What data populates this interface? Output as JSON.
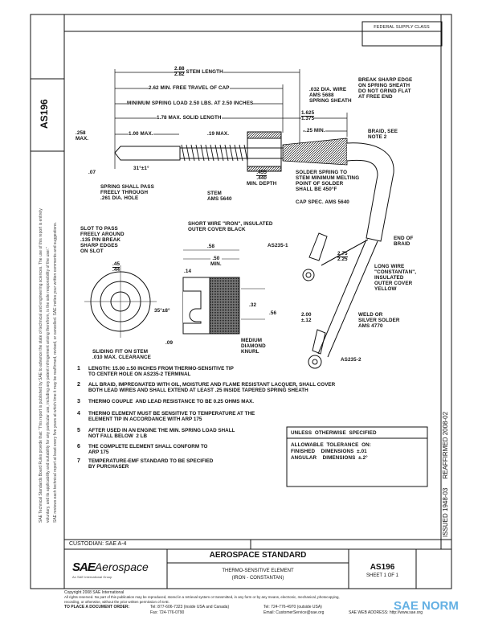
{
  "header": {
    "federal_supply_class": "FEDERAL SUPPLY CLASS",
    "doc_number": "AS196"
  },
  "side_disclaimer": [
    "SAE Technical Standards Board Rules provide that: \"This report is published by SAE to advance the state of technical and engineering sciences. The use of this report is entirely",
    "voluntary, and its applicability and suitability for any particular use, including any patent infringement arising therefrom, is the sole responsibility of the user.\"",
    "SAE reviews each technical report at least every five years at which time it may be reaffirmed, revised, or cancelled. SAE invites your written comments and suggestions."
  ],
  "drawing": {
    "stem_length": {
      "upper": "2.88",
      "lower": "2.82",
      "label": "STEM LENGTH"
    },
    "free_travel": "2.62 MIN. FREE TRAVEL OF CAP",
    "spring_load": "MINIMUM SPRING LOAD 2.50 LBS. AT 2.50 INCHES",
    "solid_length": "1.78 MAX. SOLID LENGTH",
    "tip_length": "1.00 MAX.",
    "coil_max": ".19 MAX.",
    "tip_dia": ".258\nMAX.",
    "tip_radius": ".07",
    "tip_angle": "31°±1°",
    "wire": ".032 DIA. WIRE\nAMS 5688\nSPRING SHEATH",
    "break_edge": "BREAK SHARP EDGE\nON SPRING SHEATH\nDO NOT GRIND FLAT\nAT FREE END",
    "sheath_len": {
      "upper": "1.625",
      "lower": "1.375"
    },
    "min_25": ".25 MIN.",
    "braid": "BRAID, SEE\nNOTE 2",
    "spring_pass": "SPRING SHALL PASS\nFREELY THROUGH\n.261 DIA. HOLE",
    "depth": {
      "upper": ".455",
      "lower": ".440",
      "label": "MIN. DEPTH"
    },
    "stem": "STEM\nAMS 5640",
    "solder": "SOLDER SPRING TO\nSTEM MINIMUM MELTING\nPOINT OF SOLDER\nSHALL BE 450°F",
    "cap_spec": "CAP SPEC. AMS 5640",
    "short_wire": "SHORT WIRE \"IRON\", INSULATED\nOUTER COVER BLACK",
    "slot": "SLOT TO PASS\nFREELY AROUND\n.135 PIN BREAK\nSHARP EDGES\nON SLOT",
    "cap_len": ".58",
    "cap_min": ".50\nMIN.",
    "cap_14": ".14",
    "cap_dia": {
      "upper": ".45",
      "lower": ".44"
    },
    "cap_angle": "35°±8°",
    "cap_32": ".32",
    "cap_56": ".56",
    "cap_09": ".09",
    "knurl": "MEDIUM\nDIAMOND\nKNURL",
    "sliding_fit": "SLIDING FIT ON STEM\n.010 MAX. CLEARANCE",
    "as235_1": "AS235-1",
    "lead_len": {
      "upper": "2.75",
      "lower": "2.25"
    },
    "end_braid": "END OF\nBRAID",
    "long_wire": "LONG WIRE\n\"CONSTANTAN\",\nINSULATED\nOUTER COVER\nYELLOW",
    "lead_short": "2.00\n±.12",
    "weld": "WELD OR\nSILVER SOLDER\nAMS 4770",
    "as235_2": "AS235-2"
  },
  "notes": [
    {
      "n": "1",
      "text": "LENGTH: 15.00 ±.50 INCHES FROM THERMO-SENSITIVE TIP\nTO CENTER HOLE ON AS235-2 TERMINAL"
    },
    {
      "n": "2",
      "text": "ALL BRAID, IMPREGNATED WITH OIL, MOISTURE AND FLAME RESISTANT LACQUER, SHALL COVER\nBOTH LEAD WIRES AND SHALL EXTEND AT LEAST .25 INSIDE TAPERED SPRING SHEATH"
    },
    {
      "n": "3",
      "text": "THERMO COUPLE  AND LEAD RESISTANCE TO BE 0.25 OHMS MAX."
    },
    {
      "n": "4",
      "text": "THERMO ELEMENT MUST BE SENSITIVE TO TEMPERATURE AT THE\nELEMENT TIP IN ACCORDANCE WITH ARP 175"
    },
    {
      "n": "5",
      "text": "AFTER USED IN AN ENGINE THE MIN. SPRING LOAD SHALL\nNOT FALL BELOW  2 LB"
    },
    {
      "n": "6",
      "text": "THE COMPLETE ELEMENT SHALL CONFORM TO\nARP 175"
    },
    {
      "n": "7",
      "text": "TEMPERATURE-EMF STANDARD TO BE SPECIFIED\nBY PURCHASER"
    }
  ],
  "tolerance": {
    "header": "UNLESS  OTHERWISE  SPECIFIED",
    "line1": "ALLOWABLE  TOLERANCE  ON:",
    "line2": "FINISHED    DIMENSIONS  ±.01",
    "line3": "ANGULAR    DIMENSIONS  ±.2°"
  },
  "revision_strip": "ISSUED 1948-03     REAFFIRMED 2008-02",
  "title_block": {
    "custodian": "CUSTODIAN:  SAE A-4",
    "logo_sae": "SAE",
    "logo_aerospace": "Aerospace",
    "logo_tagline": "An SAE International Group",
    "standard_type": "AEROSPACE STANDARD",
    "title_line1": "THERMO-SENSITIVE ELEMENT",
    "title_line2": "(IRON - CONSTANTAN)",
    "doc_number": "AS196",
    "sheet": "SHEET 1 OF 1"
  },
  "footer": {
    "copyright": "Copyright 2008 SAE International",
    "rights1": "All rights reserved. No part of this publication may be reproduced, stored in a retrieval system or transmitted, in any form or by any means, electronic, mechanical, photocopying,",
    "rights2": "recording, or otherwise, without the prior written permission of SAE.",
    "order_label": "TO PLACE A DOCUMENT ORDER:",
    "tel_inside": "Tel: 877-606-7323 (inside USA and Canada)",
    "fax": "Fax: 724-776-0790",
    "tel_outside": "Tel: 724-776-4970 (outside USA)",
    "email": "Email:  CustomerService@sae.org",
    "web": "SAE WEB ADDRESS: http://www.sae.org",
    "watermark": "SAE NORM"
  },
  "colors": {
    "ink": "#111111",
    "watermark": "#4aa3df"
  }
}
